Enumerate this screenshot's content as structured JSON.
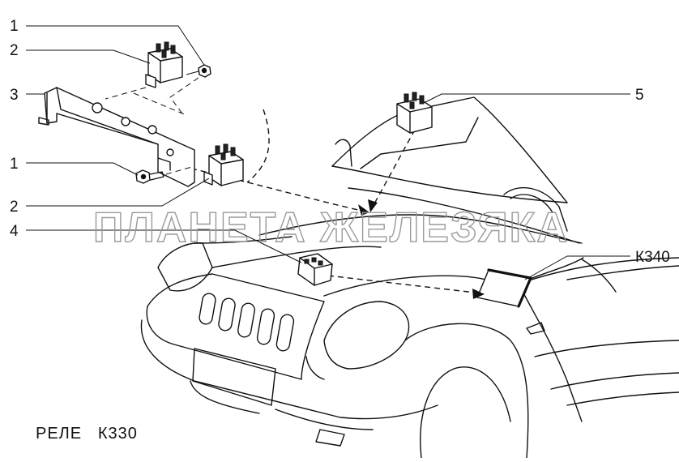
{
  "callouts": {
    "c1_top": "1",
    "c2_top": "2",
    "c3": "3",
    "c1_bottom": "1",
    "c2_bottom": "2",
    "c4": "4",
    "c5": "5",
    "k340": "К340"
  },
  "caption": "РЕЛЕ   К330",
  "watermark": "ПЛАНЕТА ЖЕЛЕЗЯКА",
  "colors": {
    "ink": "#111111",
    "watermark": "#9a9a9a",
    "background": "#ffffff"
  }
}
